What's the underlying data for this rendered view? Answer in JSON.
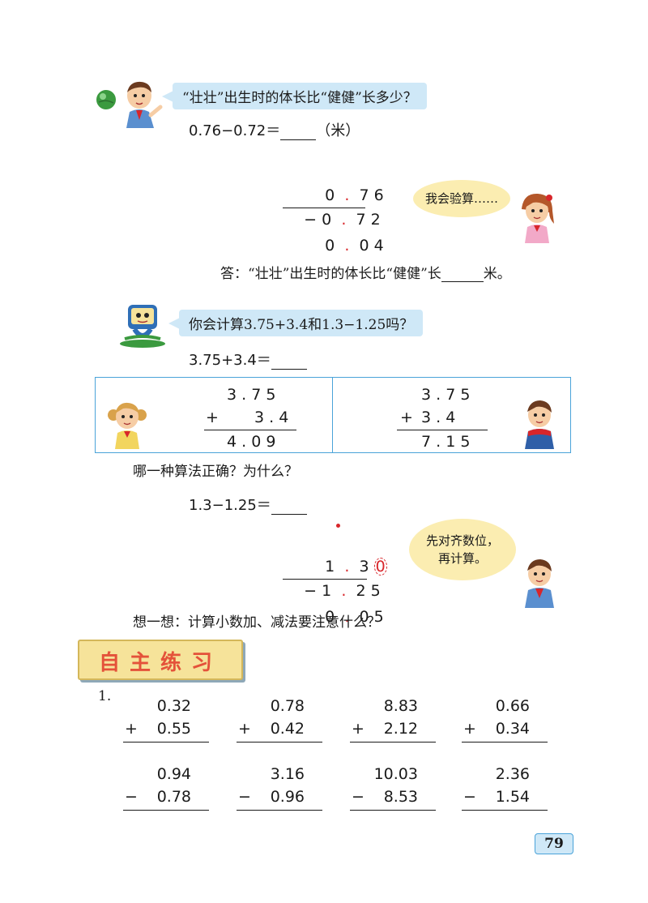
{
  "section1": {
    "question": "“壮壮”出生时的体长比“健健”长多少？",
    "equation_left": "0.76−0.72＝",
    "equation_unit": "（米）",
    "vcalc": {
      "top": [
        "0",
        ".",
        "7",
        "6"
      ],
      "sign": "−",
      "bottom": [
        "0",
        ".",
        "7",
        "2"
      ],
      "result": [
        "0",
        ".",
        "0",
        "4"
      ]
    },
    "girl_bubble": "我会验算……",
    "answer_prefix": "答：“壮壮”出生时的体长比“健健”长",
    "answer_suffix": "米。"
  },
  "section2": {
    "question": "你会计算3.75+3.4和1.3−1.25吗？",
    "equation_left": "3.75+3.4＝",
    "left_method": {
      "top": "3 . 7 5",
      "sign": "+",
      "bottom": "3 . 4",
      "result": "4 . 0 9"
    },
    "right_method": {
      "top": "3 . 7 5",
      "sign": "+",
      "bottom": "3 . 4",
      "result": "7 . 1 5"
    },
    "which_question": "哪一种算法正确？为什么？",
    "equation2_left": "1.3−1.25＝",
    "vcalc2": {
      "top": [
        "1",
        ".",
        "3",
        "0"
      ],
      "sign": "−",
      "bottom": [
        "1",
        ".",
        "2",
        "5"
      ],
      "result": [
        "0",
        ".",
        "0",
        "5"
      ]
    },
    "boy_bubble_line1": "先对齐数位，",
    "boy_bubble_line2": "再计算。",
    "think": "想一想：计算小数加、减法要注意什么？"
  },
  "practice": {
    "title": "自主练习",
    "number": "1.",
    "row1": [
      {
        "top": "0.32",
        "sign": "+",
        "bottom": "0.55"
      },
      {
        "top": "0.78",
        "sign": "+",
        "bottom": "0.42"
      },
      {
        "top": "8.83",
        "sign": "+",
        "bottom": "2.12"
      },
      {
        "top": "0.66",
        "sign": "+",
        "bottom": "0.34"
      }
    ],
    "row2": [
      {
        "top": "0.94",
        "sign": "−",
        "bottom": "0.78"
      },
      {
        "top": "3.16",
        "sign": "−",
        "bottom": "0.96"
      },
      {
        "top": "10.03",
        "sign": "−",
        "bottom": "8.53"
      },
      {
        "top": "2.36",
        "sign": "−",
        "bottom": "1.54"
      }
    ]
  },
  "page_number": "79",
  "colors": {
    "accent_blue": "#cfe8f7",
    "box_border": "#4aa3d9",
    "red": "#d8262b",
    "cloud": "#fbedb1",
    "title_bg": "#f6e39a",
    "title_text": "#e4523a"
  }
}
